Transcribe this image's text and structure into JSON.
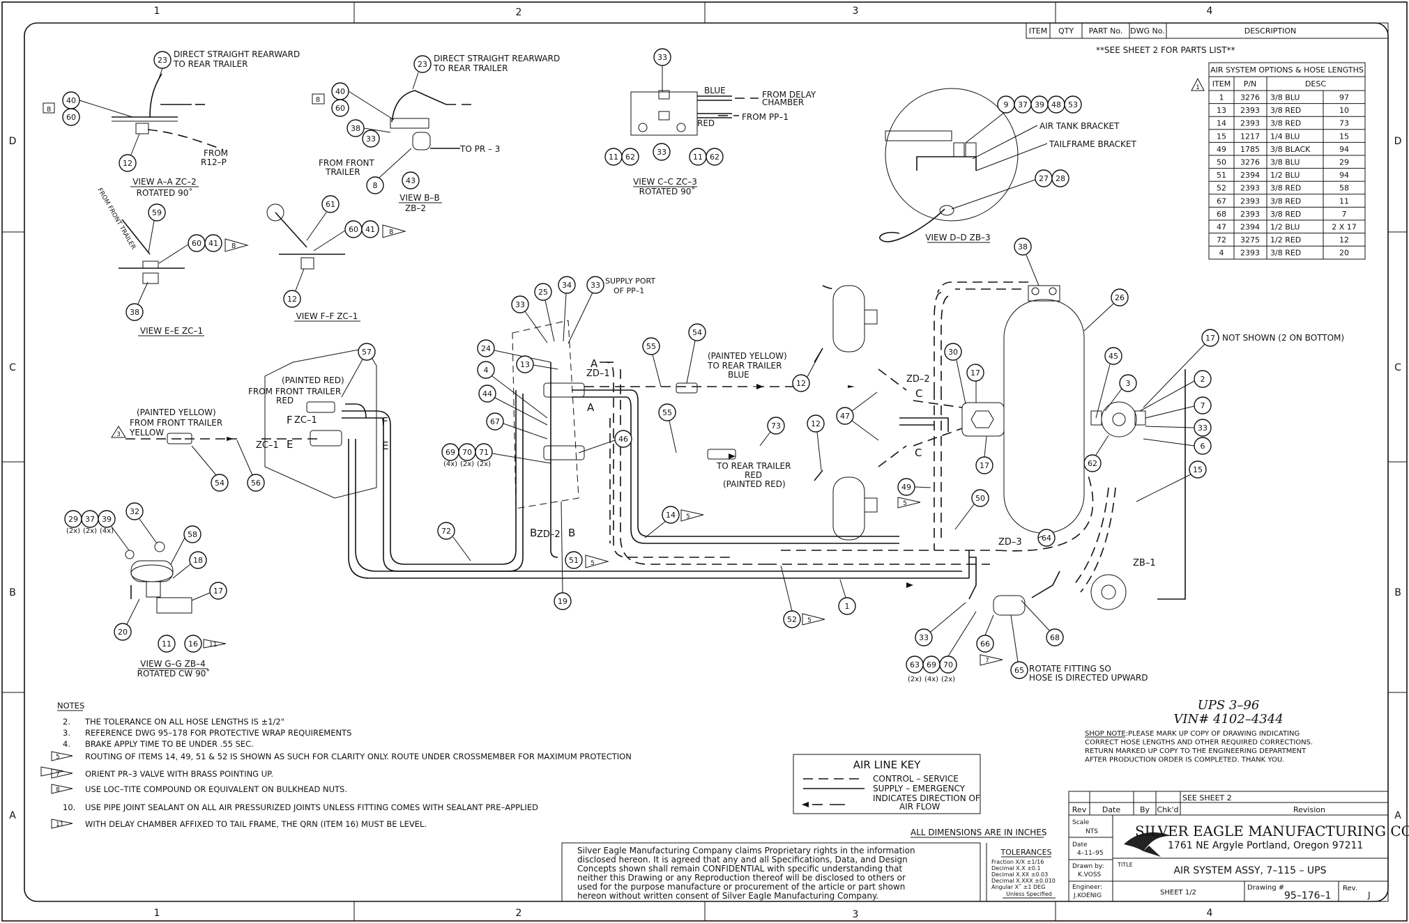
{
  "border": {
    "columns": [
      "1",
      "2",
      "3",
      "4"
    ],
    "rows": [
      "D",
      "C",
      "B",
      "A"
    ]
  },
  "parts_header": {
    "item": "ITEM",
    "qty": "QTY",
    "part_no": "PART No.",
    "dwg_no": "DWG No.",
    "description": "DESCRIPTION"
  },
  "see_sheet_note": "**SEE SHEET 2 FOR PARTS LIST**",
  "options_table": {
    "title": "AIR SYSTEM OPTIONS & HOSE LENGTHS",
    "headers": [
      "ITEM",
      "P/N",
      "DESC"
    ],
    "rows": [
      [
        "1",
        "3276",
        "3/8 BLU",
        "97"
      ],
      [
        "13",
        "2393",
        "3/8 RED",
        "10"
      ],
      [
        "14",
        "2393",
        "3/8 RED",
        "73"
      ],
      [
        "15",
        "1217",
        "1/4 BLU",
        "15"
      ],
      [
        "49",
        "1785",
        "3/8 BLACK",
        "94"
      ],
      [
        "50",
        "3276",
        "3/8 BLU",
        "29"
      ],
      [
        "51",
        "2394",
        "1/2 BLU",
        "94"
      ],
      [
        "52",
        "2393",
        "3/8 RED",
        "58"
      ],
      [
        "67",
        "2393",
        "3/8 RED",
        "11"
      ],
      [
        "68",
        "2393",
        "3/8 RED",
        "7"
      ],
      [
        "47",
        "2394",
        "1/2 BLU",
        "2 X 17"
      ],
      [
        "72",
        "3275",
        "1/2 RED",
        "12"
      ],
      [
        "4",
        "2393",
        "3/8 RED",
        "20"
      ]
    ]
  },
  "views": {
    "a": {
      "title": "VIEW A–A ZC–2",
      "sub": "ROTATED 90˚",
      "note": "DIRECT STRAIGHT REARWARD",
      "note2": "TO REAR TRAILER",
      "from1": "FROM",
      "from2": "R12–P"
    },
    "b": {
      "title": "VIEW B–B",
      "sub": "ZB–2",
      "note": "DIRECT STRAIGHT REARWARD",
      "note2": "TO REAR TRAILER",
      "to_pr": "TO PR – 3",
      "from1": "FROM FRONT",
      "from2": "TRAILER"
    },
    "c": {
      "title": "VIEW C–C ZC–3",
      "sub": "ROTATED 90˚",
      "blue": "BLUE",
      "red": "RED",
      "from_delay1": "FROM DELAY",
      "from_delay2": "CHAMBER",
      "from_pp": "FROM PP–1"
    },
    "d": {
      "title": "VIEW D–D ZB–3",
      "air_tank": "AIR TANK BRACKET",
      "tailframe": "TAILFRAME BRACKET"
    },
    "e": {
      "title": "VIEW E–E ZC–1",
      "from_front": "FROM FRONT TRAILER"
    },
    "f": {
      "title": "VIEW F–F ZC–1"
    },
    "g": {
      "title": "VIEW G–G ZB–4",
      "sub": "ROTATED CW 90˚"
    }
  },
  "callouts": {
    "painted_red_front": [
      "(PAINTED RED)",
      "FROM FRONT TRAILER",
      "RED"
    ],
    "painted_yellow_front": [
      "(PAINTED YELLOW)",
      "FROM FRONT TRAILER",
      "YELLOW"
    ],
    "painted_yellow_rear": [
      "(PAINTED YELLOW)",
      "TO REAR TRAILER",
      "BLUE"
    ],
    "to_rear_red": [
      "TO REAR TRAILER",
      "RED",
      "(PAINTED RED)"
    ],
    "supply_port": [
      "SUPPLY PORT",
      "OF PP–1"
    ],
    "not_shown": "NOT SHOWN (2 ON BOTTOM)",
    "rotate_fitting": [
      "ROTATE FITTING SO",
      "HOSE IS DIRECTED UPWARD"
    ],
    "qty_69": [
      "(4x)",
      "(2x)",
      "(2x)"
    ],
    "qty_29": [
      "(2x)",
      "(2x)",
      "(4x)"
    ],
    "qty_63": [
      "(2x)",
      "(4x)",
      "(2x)"
    ],
    "zones": [
      "ZD–1",
      "ZD–2",
      "ZC–1",
      "ZC–1",
      "ZD–2",
      "ZD–3",
      "ZB–1"
    ]
  },
  "notes": {
    "heading": "NOTES",
    "items": [
      {
        "mark": "2.",
        "text": "THE TOLERANCE ON ALL HOSE LENGTHS IS ±1/2\""
      },
      {
        "mark": "3.",
        "text": "REFERENCE DWG 95–178 FOR  PROTECTIVE WRAP REQUIREMENTS"
      },
      {
        "mark": "4.",
        "text": "BRAKE APPLY TIME TO BE UNDER .55 SEC."
      },
      {
        "mark": "5",
        "text": "ROUTING OF ITEMS 14, 49, 51 & 52 IS SHOWN AS SUCH FOR CLARITY ONLY.    ROUTE UNDER CROSSMEMBER FOR MAXIMUM PROTECTION"
      },
      {
        "mark": "7",
        "text": "ORIENT PR–3 VALVE WITH BRASS POINTING UP."
      },
      {
        "mark": "8",
        "text": "USE LOC–TITE COMPOUND OR EQUIVALENT ON  BULKHEAD NUTS."
      },
      {
        "mark": "10.",
        "text": "USE PIPE JOINT SEALANT ON ALL AIR PRESSURIZED JOINTS UNLESS FITTING COMES WITH SEALANT PRE–APPLIED"
      },
      {
        "mark": "11",
        "text": "WITH DELAY CHAMBER AFFIXED TO TAIL FRAME, THE QRN (ITEM 16) MUST BE LEVEL."
      }
    ]
  },
  "air_line_key": {
    "title": "AIR LINE KEY",
    "control": "CONTROL – SERVICE",
    "supply": "SUPPLY – EMERGENCY",
    "direction1": "INDICATES DIRECTION OF",
    "direction2": "AIR FLOW"
  },
  "dimensions_note": "ALL DIMENSIONS ARE IN INCHES",
  "proprietary": [
    "Silver Eagle Manufacturing Company claims Proprietary rights in the information",
    "disclosed hereon.  It is agreed that any and all Specifications, Data, and Design",
    "Concepts shown shall remain CONFIDENTIAL with specific understanding that",
    "neither this Drawing or any Reproduction thereof will be disclosed to others or",
    "used for the purpose manufacture or procurement of the article or part shown",
    "hereon without written consent of Silver Eagle Manufacturing Company."
  ],
  "tolerances": {
    "title": "TOLERANCES",
    "lines": [
      "Fraction X/X   ±1/16",
      "Decimal X.X    ±0.1",
      "Decimal X.XX   ±0.03",
      "Decimal X.XXX  ±0.010",
      "Angular X˚     ±1 DEG"
    ],
    "footer": "Unless Specified"
  },
  "ups": {
    "line1": "UPS  3–96",
    "line2": "VIN# 4102–4344"
  },
  "shop_note": {
    "label": "SHOP NOTE:",
    "lines": [
      "PLEASE MARK UP COPY OF DRAWING INDICATING",
      "CORRECT HOSE LENGTHS AND OTHER REQUIRED CORRECTIONS.",
      "RETURN MARKED UP COPY TO THE ENGINEERING DEPARTMENT",
      "AFTER PRODUCTION ORDER IS COMPLETED. THANK YOU."
    ]
  },
  "title_block": {
    "see_sheet": "SEE SHEET 2",
    "rev": "Rev",
    "date": "Date",
    "by": "By",
    "chkd": "Chk'd",
    "revision": "Revision",
    "scale_label": "Scale",
    "scale": "NTS",
    "date_label": "Date",
    "date_value": "4–11–95",
    "drawn_label": "Drawn by:",
    "drawn": "K.VOSS",
    "engineer_label": "Engineer:",
    "engineer": "J.KOENIG",
    "company": "SILVER EAGLE MANUFACTURING CO.",
    "address": "1761 NE Argyle    Portland, Oregon 97211",
    "title_label": "TITLE",
    "title": "AIR SYSTEM ASSY, 7–115 – UPS",
    "sheet": "SHEET 1/2",
    "drawing_label": "Drawing #",
    "drawing": "95–176–1",
    "rev_label": "Rev.",
    "rev_value": "J"
  }
}
